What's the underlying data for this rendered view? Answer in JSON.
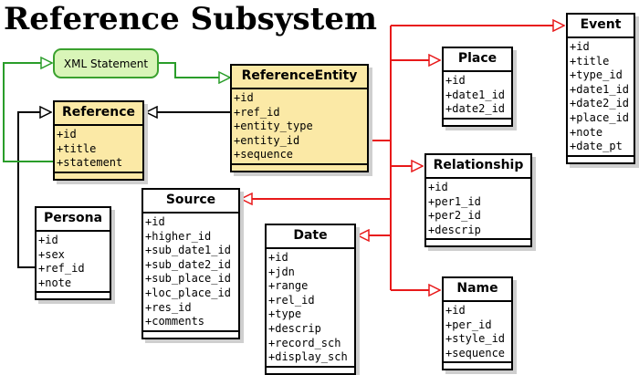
{
  "title": "Reference Subsystem",
  "note": "XML Statement",
  "colors": {
    "association": "#e8191a",
    "inheritance": "#000000",
    "note_link": "#2a9d2a",
    "highlight_fill": "#fbe9a6",
    "note_fill": "#d9f5b8"
  },
  "classes": {
    "reference": {
      "name": "Reference",
      "attrs": [
        "+id",
        "+title",
        "+statement"
      ]
    },
    "reference_entity": {
      "name": "ReferenceEntity",
      "attrs": [
        "+id",
        "+ref_id",
        "+entity_type",
        "+entity_id",
        "+sequence"
      ]
    },
    "persona": {
      "name": "Persona",
      "attrs": [
        "+id",
        "+sex",
        "+ref_id",
        "+note"
      ]
    },
    "source": {
      "name": "Source",
      "attrs": [
        "+id",
        "+higher_id",
        "+sub_date1_id",
        "+sub_date2_id",
        "+sub_place_id",
        "+loc_place_id",
        "+res_id",
        "+comments"
      ]
    },
    "date": {
      "name": "Date",
      "attrs": [
        "+id",
        "+jdn",
        "+range",
        "+rel_id",
        "+type",
        "+descrip",
        "+record_sch",
        "+display_sch"
      ]
    },
    "place": {
      "name": "Place",
      "attrs": [
        "+id",
        "+date1_id",
        "+date2_id"
      ]
    },
    "event": {
      "name": "Event",
      "attrs": [
        "+id",
        "+title",
        "+type_id",
        "+date1_id",
        "+date2_id",
        "+place_id",
        "+note",
        "+date_pt"
      ]
    },
    "relationship": {
      "name": "Relationship",
      "attrs": [
        "+id",
        "+per1_id",
        "+per2_id",
        "+descrip"
      ]
    },
    "name": {
      "name": "Name",
      "attrs": [
        "+id",
        "+per_id",
        "+style_id",
        "+sequence"
      ]
    }
  }
}
